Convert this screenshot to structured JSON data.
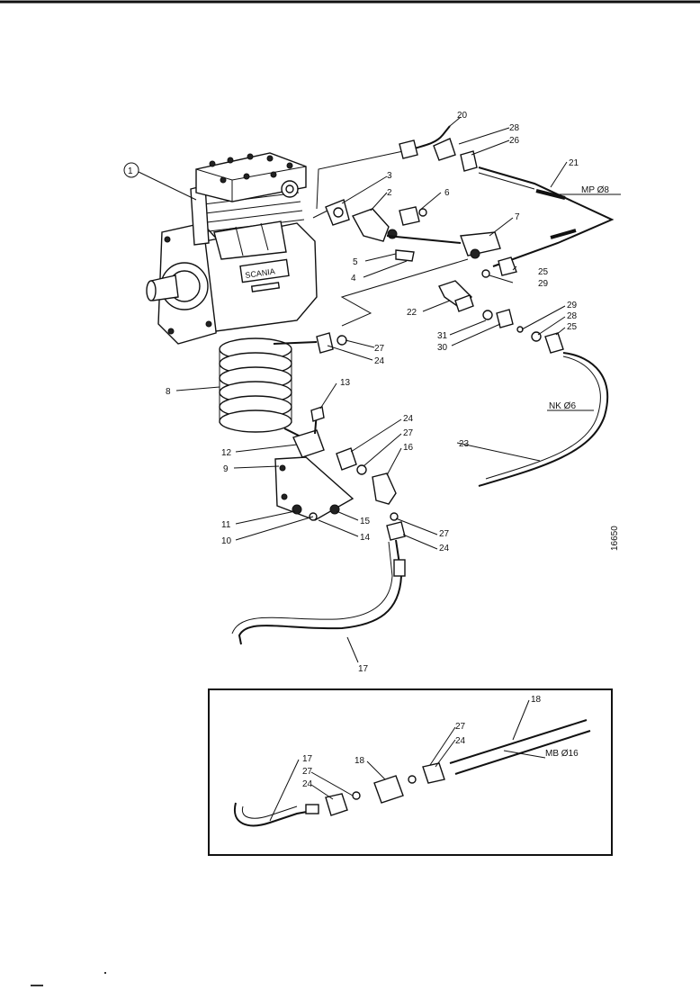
{
  "compressor": {
    "brand": "SCANIA",
    "callout": "1"
  },
  "callouts": {
    "c2": "2",
    "c3": "3",
    "c4": "4",
    "c5": "5",
    "c6": "6",
    "c7": "7",
    "c8": "8",
    "c9": "9",
    "c10": "10",
    "c11": "11",
    "c12": "12",
    "c13": "13",
    "c14": "14",
    "c15": "15",
    "c16": "16",
    "c17": "17",
    "c20": "20",
    "c21": "21",
    "c22": "22",
    "c23": "23",
    "c24a": "24",
    "c24b": "24",
    "c24c": "24",
    "c25a": "25",
    "c25b": "25",
    "c26": "26",
    "c27a": "27",
    "c27b": "27",
    "c27c": "27",
    "c28a": "28",
    "c28b": "28",
    "c29a": "29",
    "c29b": "29",
    "c30": "30",
    "c31": "31"
  },
  "pipe_labels": {
    "mp": "MP Ø8",
    "nk": "NK Ø6",
    "mb": "MB Ø16"
  },
  "inset": {
    "c17": "17",
    "c27a": "27",
    "c24a": "24",
    "c18a": "18",
    "c27b": "27",
    "c24b": "24",
    "c18b": "18"
  },
  "drawing_number": "16650"
}
